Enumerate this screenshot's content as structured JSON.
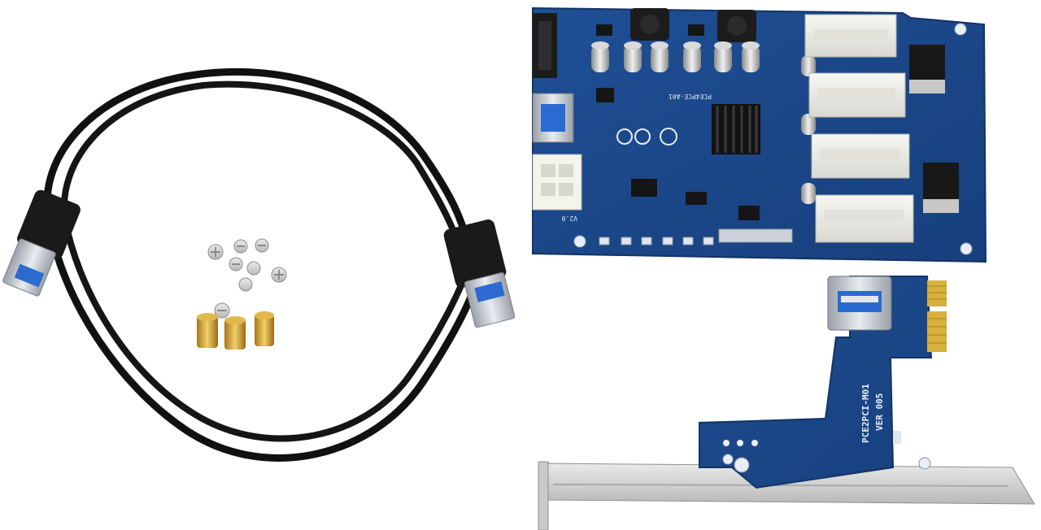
{
  "board": {
    "model": "PCE4PCE-A01",
    "ver_short": "V2.0"
  },
  "adapter": {
    "model": "PCE2PCI-M01",
    "version": "VER 005"
  }
}
